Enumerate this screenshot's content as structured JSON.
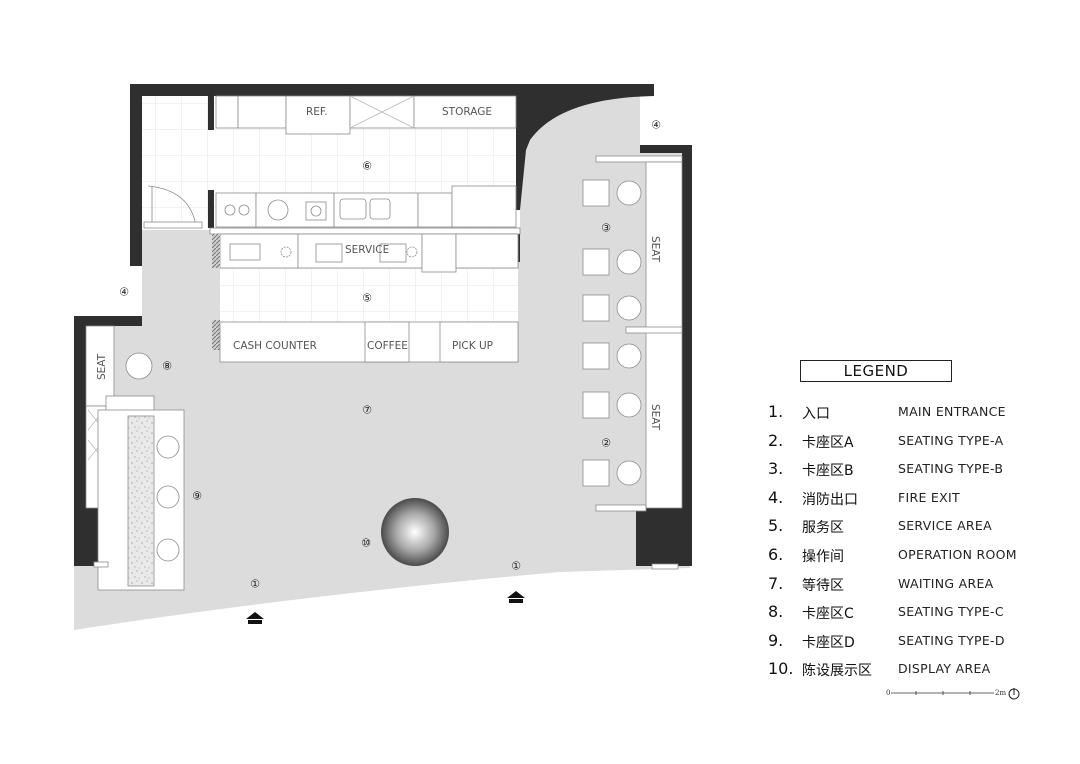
{
  "plan": {
    "labels": {
      "ref": "REF.",
      "storage": "STORAGE",
      "service": "SERVICE",
      "cash_counter": "CASH COUNTER",
      "coffee": "COFFEE",
      "pick_up": "PICK UP",
      "seat_left": "SEAT",
      "seat_right_top": "SEAT",
      "seat_right_bottom": "SEAT"
    },
    "markers": [
      "①",
      "①",
      "②",
      "③",
      "④",
      "④",
      "⑤",
      "⑥",
      "⑦",
      "⑧",
      "⑨",
      "⑩"
    ]
  },
  "legend": {
    "title": "LEGEND",
    "items": [
      {
        "num": "1.",
        "zh": "入口",
        "en": "MAIN ENTRANCE"
      },
      {
        "num": "2.",
        "zh": "卡座区A",
        "en": "SEATING TYPE-A"
      },
      {
        "num": "3.",
        "zh": "卡座区B",
        "en": "SEATING TYPE-B"
      },
      {
        "num": "4.",
        "zh": "消防出口",
        "en": "FIRE EXIT"
      },
      {
        "num": "5.",
        "zh": "服务区",
        "en": "SERVICE AREA"
      },
      {
        "num": "6.",
        "zh": "操作间",
        "en": "OPERATION ROOM"
      },
      {
        "num": "7.",
        "zh": "等待区",
        "en": "WAITING AREA"
      },
      {
        "num": "8.",
        "zh": "卡座区C",
        "en": "SEATING TYPE-C"
      },
      {
        "num": "9.",
        "zh": "卡座区D",
        "en": "SEATING TYPE-D"
      },
      {
        "num": "10.",
        "zh": "陈设展示区",
        "en": "DISPLAY AREA"
      }
    ]
  },
  "scale": {
    "start": "0",
    "end": "2m"
  },
  "colors": {
    "wall": "#2f2f30",
    "floor": "#dcdcdc",
    "fixture": "#ffffff",
    "line": "#9a9a9a"
  }
}
